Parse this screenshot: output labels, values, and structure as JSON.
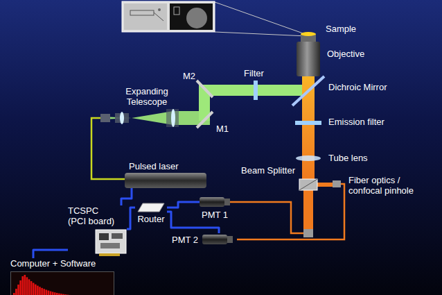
{
  "diagram": {
    "nodes": [
      {
        "text": [
          "Pulsed laser"
        ]
      },
      {
        "text": [
          "TCSPC (PCI board)"
        ]
      },
      {
        "text": [
          "Router"
        ]
      },
      {
        "text": [
          "PMT 1"
        ]
      },
      {
        "text": [
          "PMT 2"
        ]
      },
      {
        "text": [
          "Computer + Software"
        ]
      }
    ],
    "edges": [
      {
        "from": 0,
        "to": 1,
        "arrow": "none"
      },
      {
        "from": 1,
        "to": 2,
        "arrow": "none"
      },
      {
        "from": 2,
        "to": 3,
        "arrow": "none"
      },
      {
        "from": 2,
        "to": 4,
        "arrow": "none"
      },
      {
        "from": 1,
        "to": 5,
        "arrow": "none"
      }
    ],
    "labels": [
      "Sample",
      "Objective",
      "Expanding Telescope",
      "M2",
      "M1",
      "Filter",
      "Dichroic Mirror",
      "Emission filter",
      "Tube lens",
      "Beam Splitter",
      "Fiber optics / confocal pinhole"
    ]
  }
}
